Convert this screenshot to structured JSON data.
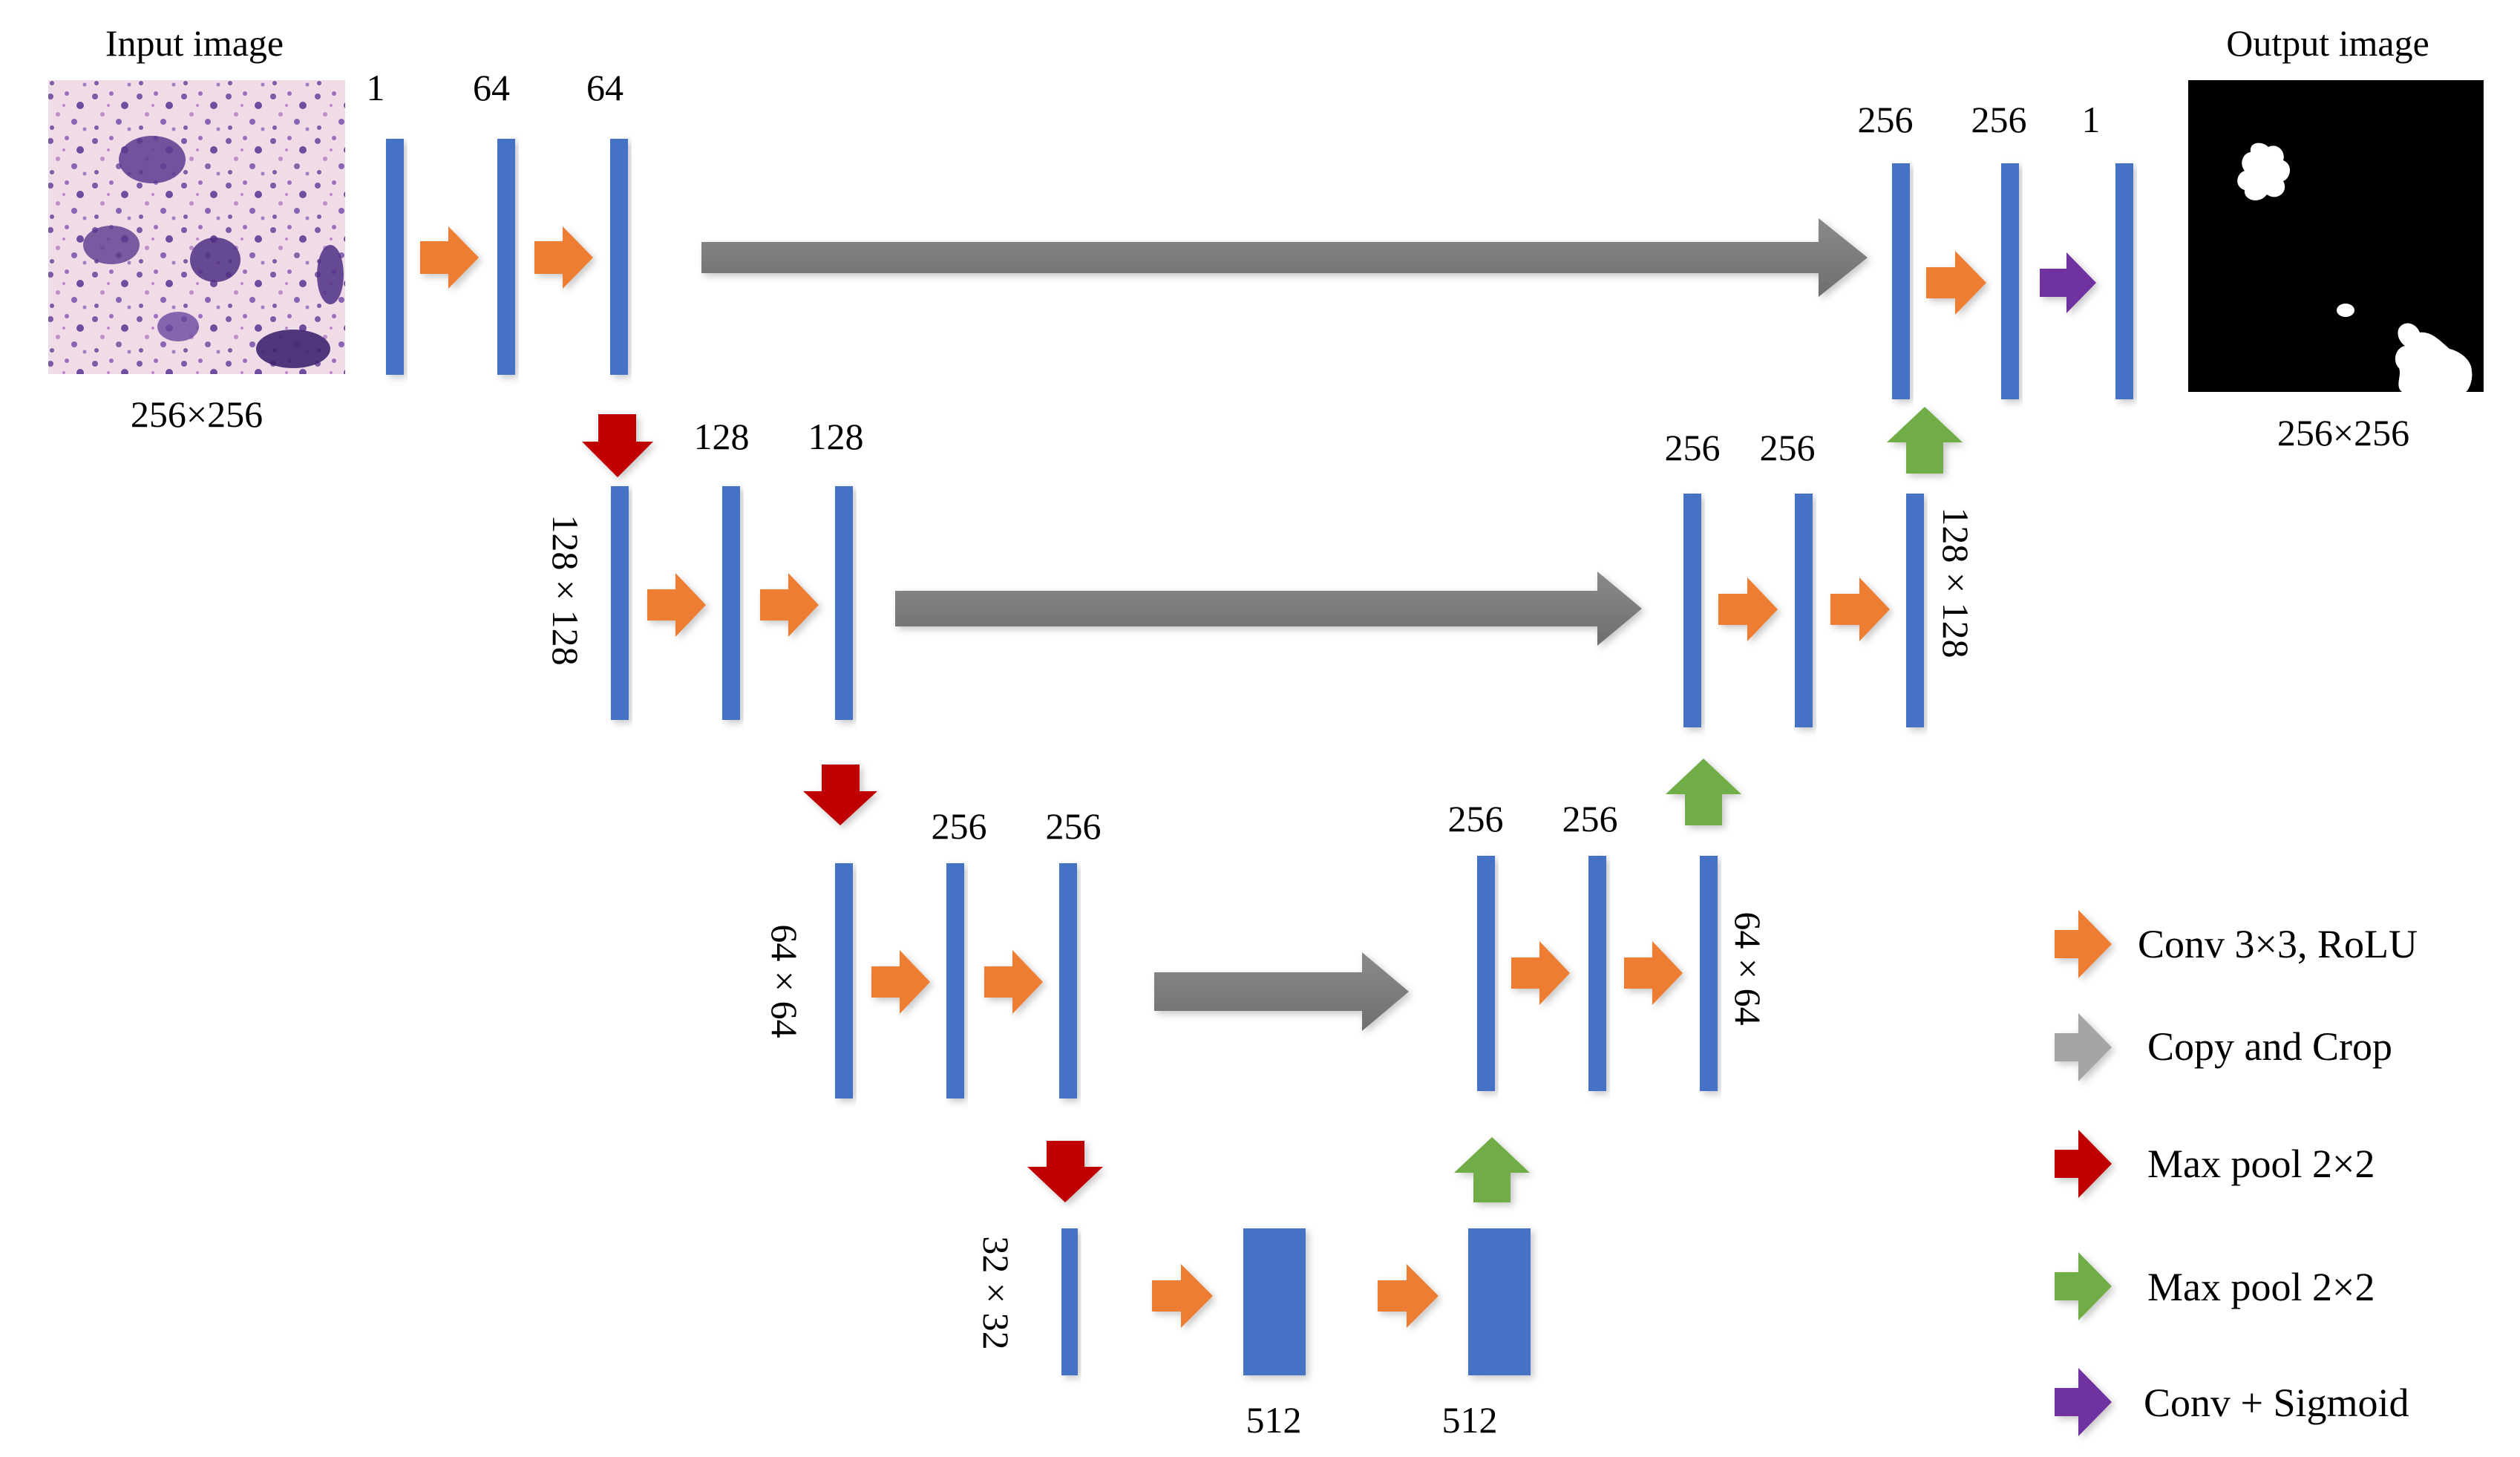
{
  "images": {
    "input": {
      "title": "Input image",
      "size": "256×256"
    },
    "output": {
      "title": "Output image",
      "size": "256×256"
    }
  },
  "channels": {
    "enc1": [
      "1",
      "64",
      "64"
    ],
    "enc2": [
      "128",
      "128"
    ],
    "enc3": [
      "256",
      "256"
    ],
    "bottleneck": [
      "512",
      "512"
    ],
    "dec3": [
      "256",
      "256"
    ],
    "dec2": [
      "256",
      "256"
    ],
    "dec1": [
      "256",
      "256",
      "1"
    ]
  },
  "resolutions": {
    "level2_left": "128 × 128",
    "level2_right": "128 × 128",
    "level3_left": "64 × 64",
    "level3_right": "64 × 64",
    "level4": "32 × 32"
  },
  "legend": [
    {
      "label": "Conv 3×3,   RoLU",
      "color": "#ED7D31",
      "icon": "arrow-right"
    },
    {
      "label": "Copy and Crop",
      "color": "#A5A5A5",
      "icon": "arrow-right"
    },
    {
      "label": "Max pool 2×2",
      "color": "#C00000",
      "icon": "arrow-right"
    },
    {
      "label": "Max pool 2×2",
      "color": "#70AD47",
      "icon": "arrow-right"
    },
    {
      "label": "Conv  + Sigmoid",
      "color": "#7030A0",
      "icon": "arrow-right"
    }
  ],
  "colors": {
    "feature_map": "#4472C4",
    "conv": "#ED7D31",
    "copy_crop": "#7F7F7F",
    "max_pool": "#C00000",
    "up_conv": "#70AD47",
    "sigmoid": "#7030A0"
  }
}
